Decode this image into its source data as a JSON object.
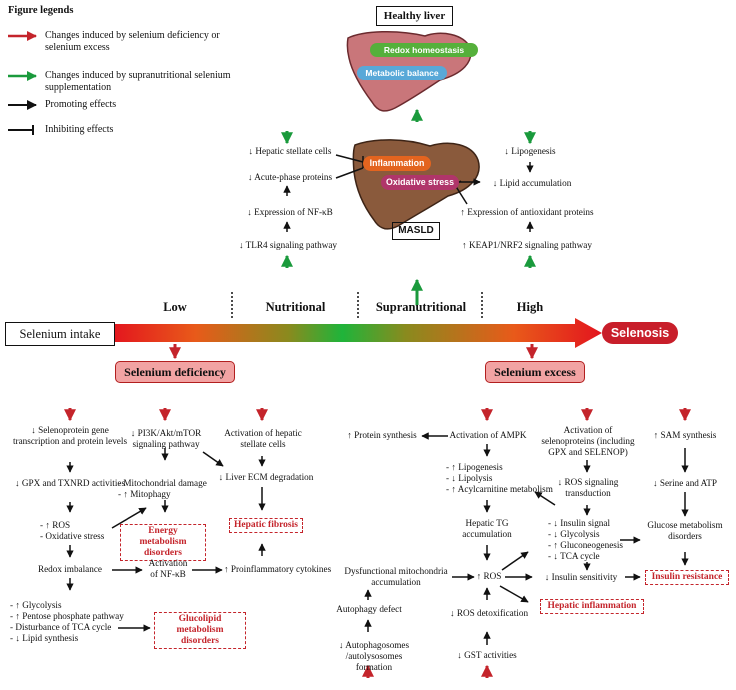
{
  "legend": {
    "title": "Figure legends",
    "red": "Changes induced by selenium deficiency or selenium excess",
    "green": "Changes induced by supranutritional selenium supplementation",
    "promote": "Promoting effects",
    "inhibit": "Inhibiting effects"
  },
  "healthy": {
    "title": "Healthy liver",
    "redox": "Redox homeostasis",
    "metabolic": "Metabolic balance"
  },
  "masld": {
    "label": "MASLD",
    "inflammation": "Inflammation",
    "oxidative": "Oxidative stress",
    "left": [
      "↓ Hepatic stellate cells",
      "↓ Acute-phase proteins",
      "↓ Expression of NF-κB",
      "↓ TLR4 signaling pathway"
    ],
    "right": [
      "↓ Lipogenesis",
      "↓ Lipid accumulation",
      "↑ Expression of antioxidant proteins",
      "↑ KEAP1/NRF2 signaling pathway"
    ]
  },
  "scale": {
    "intake": "Selenium intake",
    "low": "Low",
    "nutritional": "Nutritional",
    "supranutritional": "Supranutritional",
    "high": "High",
    "selenosis": "Selenosis"
  },
  "deficiency": {
    "title": "Selenium deficiency",
    "c1a": "↓ Selenoprotein gene transcription and protein levels",
    "c1b": "↓ GPX and TXNRD activities",
    "c1c": "- ↑ ROS\n- Oxidative stress",
    "redox": "Redox imbalance",
    "glyco": "- ↑ Glycolysis\n- ↑ Pentose phosphate pathway\n- Disturbance of TCA cycle\n- ↓ Lipid synthesis",
    "glucolipid": "Glucolipid metabolism disorders",
    "c2a": "↓ PI3K/Akt/mTOR signaling pathway",
    "c2b": "- Mitochondrial damage\n- ↑ Mitophagy",
    "energy": "Energy metabolism disorders",
    "nfkb": "Activation of NF-κB",
    "c3a": "Activation of hepatic stellate cells",
    "c3b": "↓ Liver ECM degradation",
    "fibrosis": "Hepatic fibrosis",
    "cytokines": "↑ Proinflammatory cytokines"
  },
  "excess": {
    "title": "Selenium excess",
    "protein": "↑ Protein synthesis",
    "ampk": "Activation of AMPK",
    "lipo": "- ↑ Lipogenesis\n- ↓ Lipolysis\n- ↑ Acylcarnitine metabolism",
    "tg": "Hepatic TG accumulation",
    "ros": "↑ ROS",
    "mito": "Dysfunctional mitochondria accumulation",
    "autodefect": "Autophagy defect",
    "autophago": "↓ Autophagosomes /autolysosomes formation",
    "rosdetox": "↓ ROS detoxification",
    "gst": "↓ GST activities",
    "inflammation": "Hepatic inflammation",
    "seleno": "Activation of selenoproteins (including GPX and SELENOP)",
    "rossig": "↓ ROS signaling transduction",
    "insulin": "- ↓ Insulin signal\n- ↓ Glycolysis\n- ↑ Gluconeogenesis\n- ↓ TCA cycle",
    "sensitivity": "↓ Insulin sensitivity",
    "sam": "↑ SAM synthesis",
    "serine": "↓ Serine and ATP",
    "glucose": "Glucose metabolism disorders",
    "resistance": "Insulin resistance"
  },
  "colors": {
    "red": "#c4242b",
    "green": "#1a9a3c",
    "masld_bg": "#bfe8d6",
    "lower_bg": "#fbe7d3"
  }
}
